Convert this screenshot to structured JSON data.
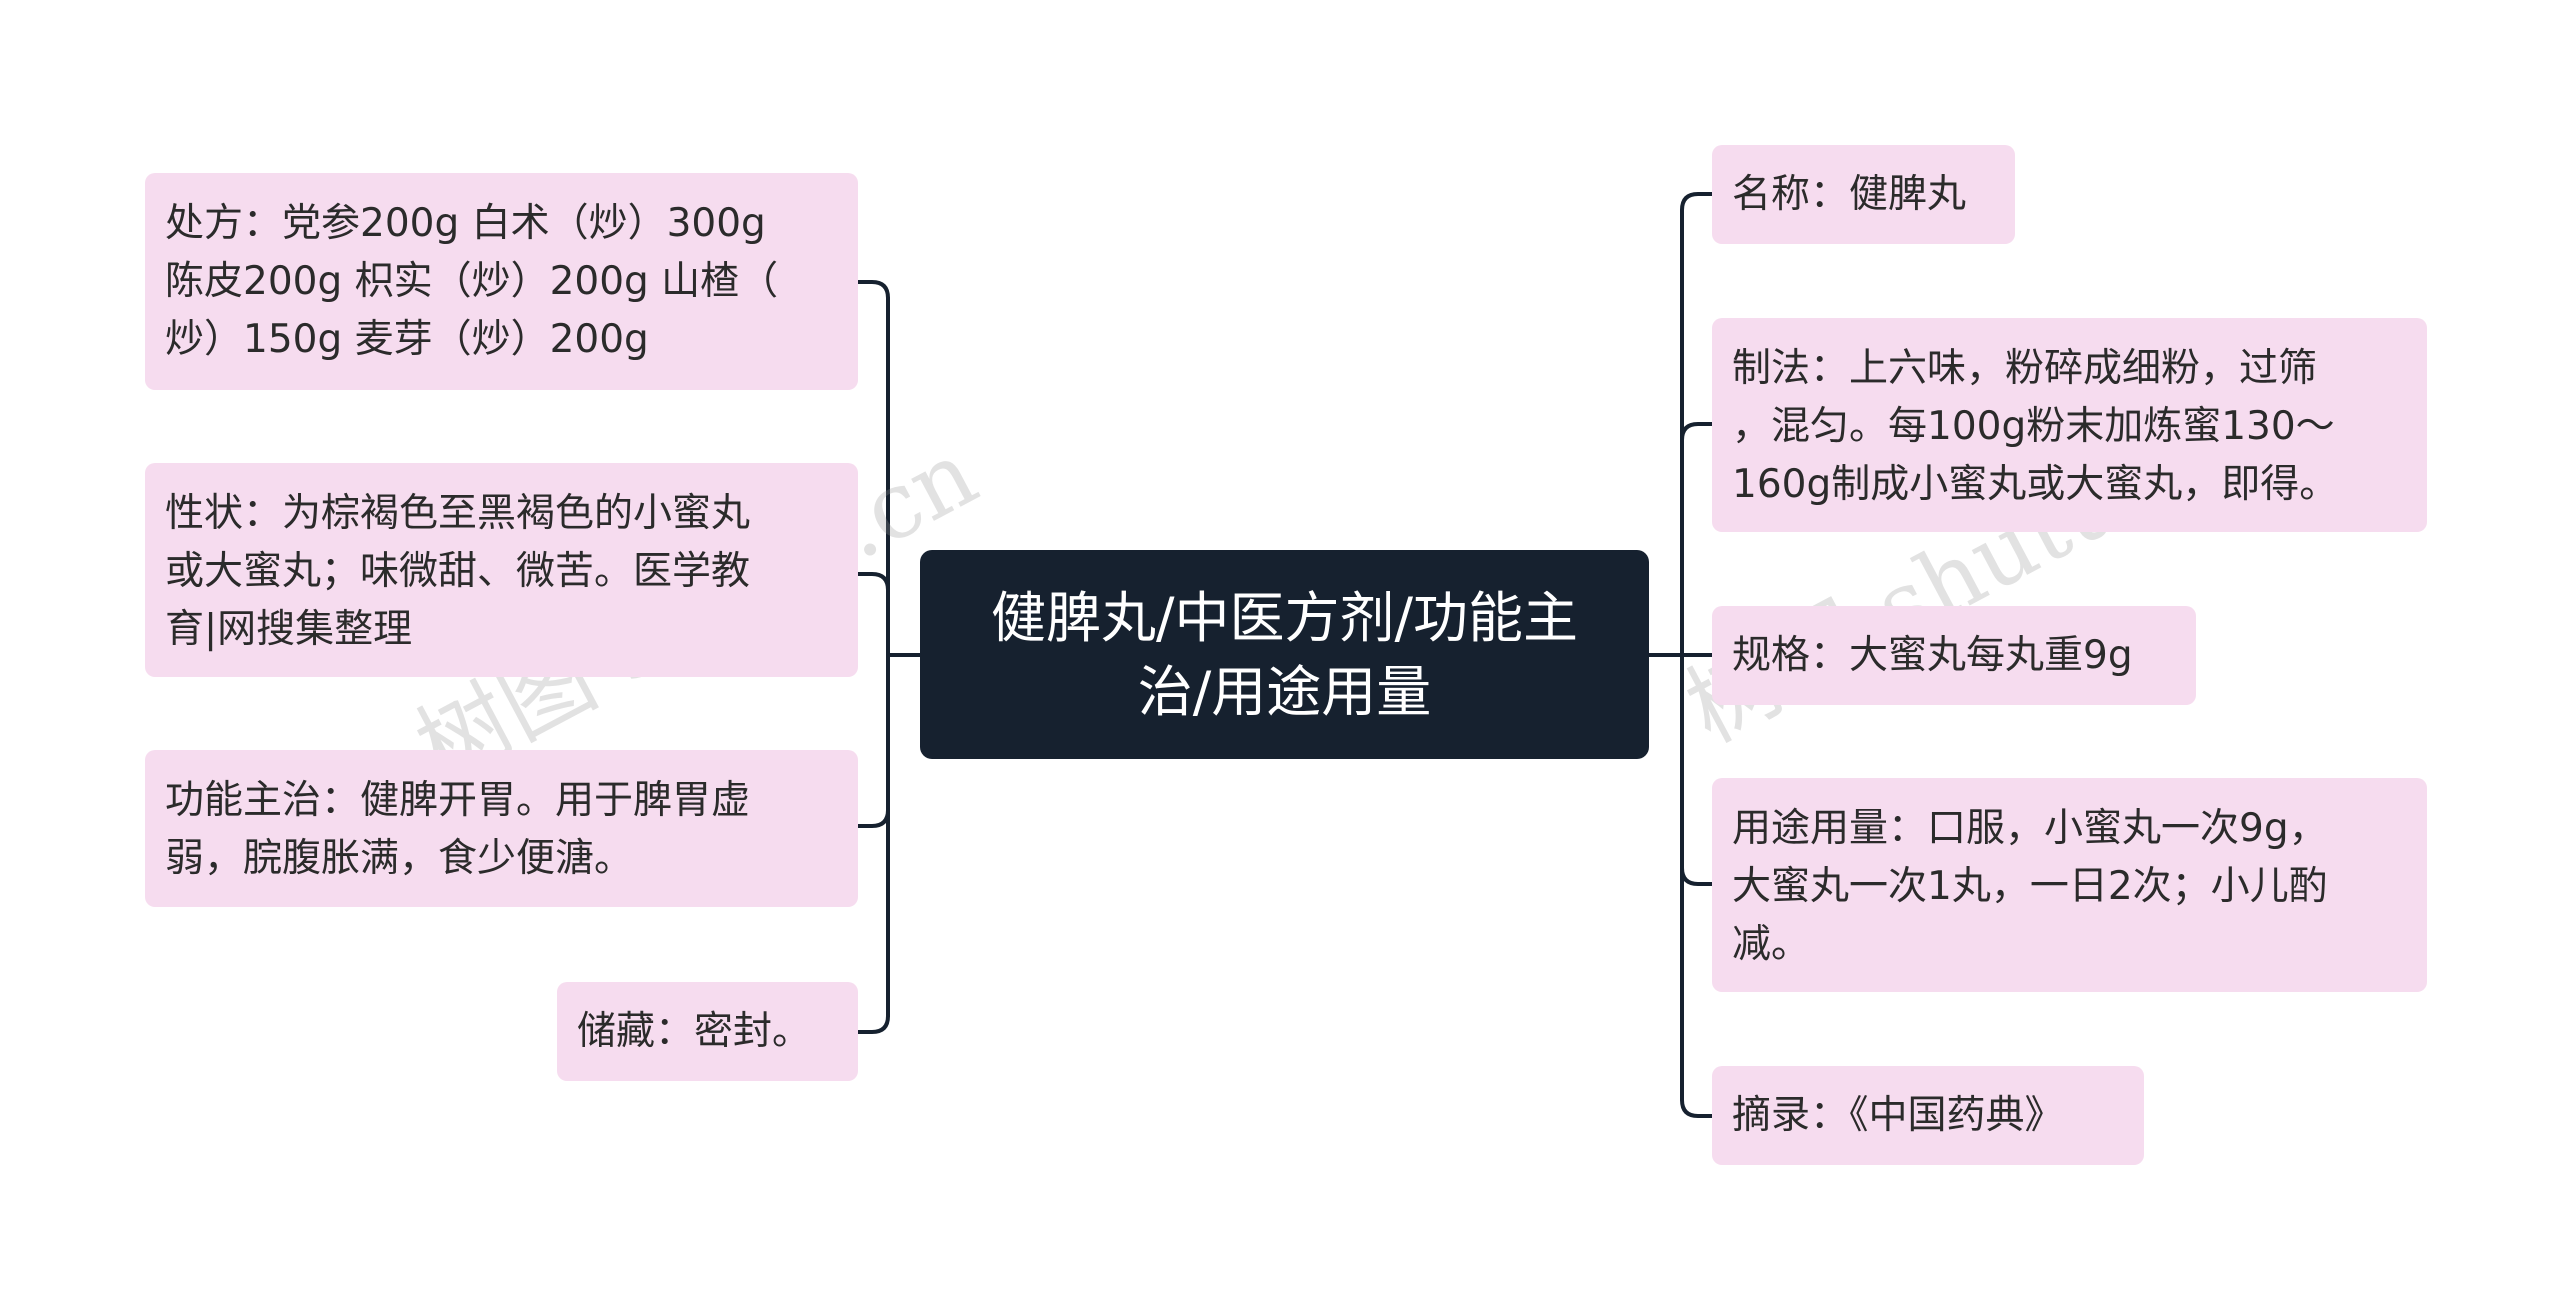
{
  "center": {
    "lines": [
      "健脾丸/中医方剂/功能主",
      "治/用途用量"
    ]
  },
  "left_nodes": [
    {
      "lines": [
        "处方：党参200g 白术（炒）300g",
        "陈皮200g 枳实（炒）200g 山楂（",
        "炒）150g 麦芽（炒）200g"
      ]
    },
    {
      "lines": [
        "性状：为棕褐色至黑褐色的小蜜丸",
        "或大蜜丸；味微甜、微苦。医学教",
        "育|网搜集整理"
      ]
    },
    {
      "lines": [
        "功能主治：健脾开胃。用于脾胃虚",
        "弱，脘腹胀满，食少便溏。"
      ]
    },
    {
      "lines": [
        "储藏：密封。"
      ]
    }
  ],
  "right_nodes": [
    {
      "lines": [
        "名称：健脾丸"
      ]
    },
    {
      "lines": [
        "制法：上六味，粉碎成细粉，过筛",
        "，混匀。每100g粉末加炼蜜130～",
        "160g制成小蜜丸或大蜜丸，即得。"
      ]
    },
    {
      "lines": [
        "规格：大蜜丸每丸重9g"
      ]
    },
    {
      "lines": [
        "用途用量：口服，小蜜丸一次9g，",
        "大蜜丸一次1丸，一日2次；小儿酌",
        "减。"
      ]
    },
    {
      "lines": [
        "摘录：《中国药典》"
      ]
    }
  ],
  "watermarks": [
    "树图 shutu.cn",
    "树图 shutu.cn"
  ],
  "colors": {
    "node_fill": "#f6dcef",
    "center_fill": "#16212f",
    "connector": "#16212f"
  }
}
